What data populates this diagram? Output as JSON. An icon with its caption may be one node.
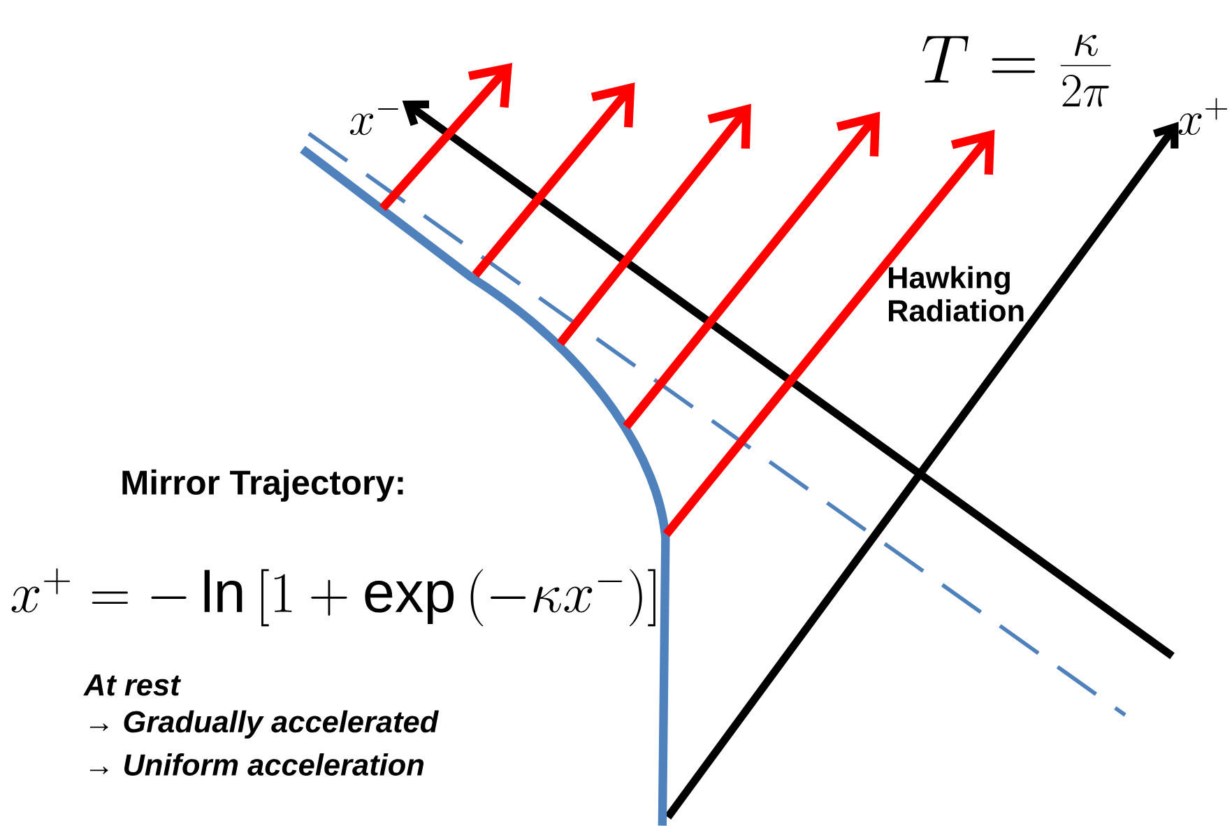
{
  "diagram": {
    "labels": [
      "T = \\frac{\\kappa}{2\\pi}",
      "x^{-}",
      "x^{+}",
      "Hawking Radiation",
      "Mirror Trajectory:",
      "x^{+} = -\\ln\\left[1+\\exp\\left(-\\kappa x^{-}\\right)\\right]",
      "At rest",
      "→ Gradually accelerated",
      "→ Uniform acceleration"
    ]
  }
}
